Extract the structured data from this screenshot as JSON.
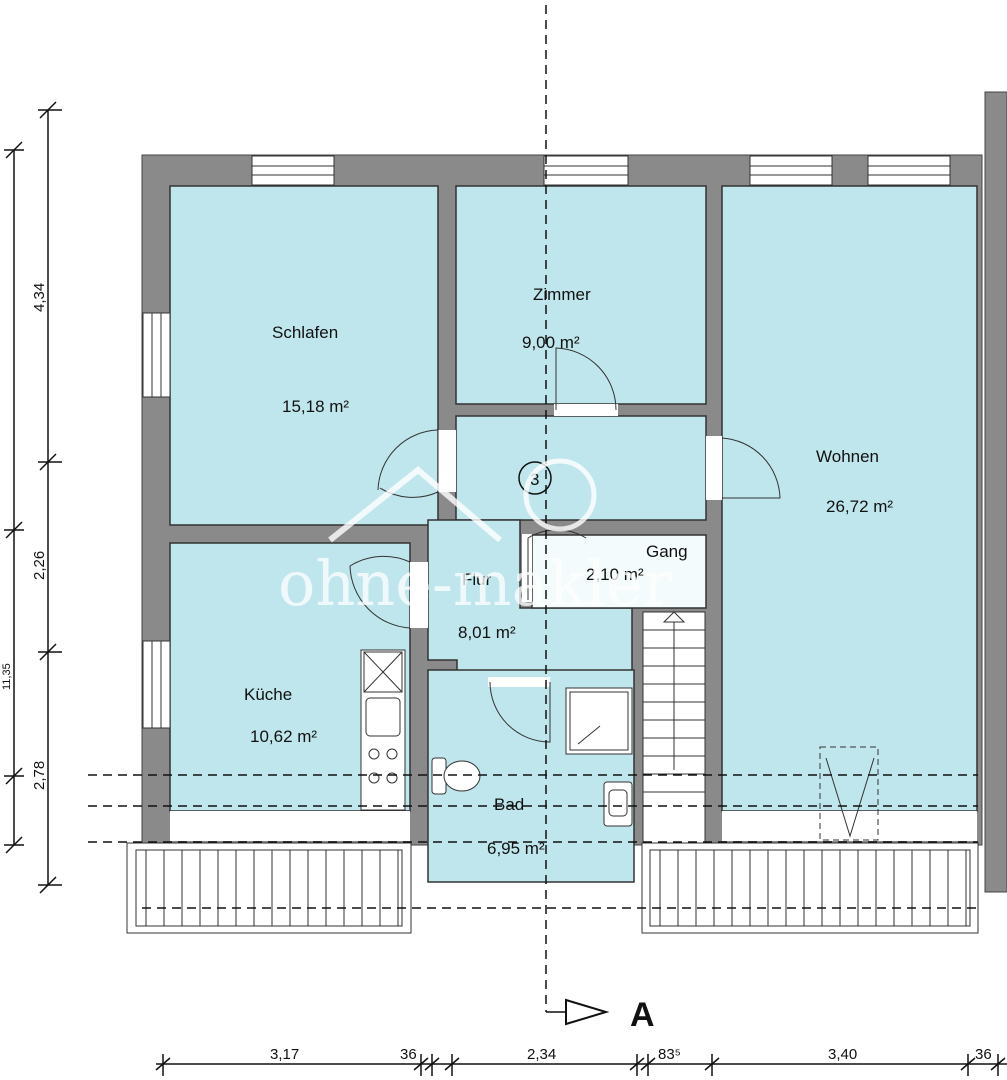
{
  "rooms": {
    "schlafen": {
      "name": "Schlafen",
      "area": "15,18 m²"
    },
    "zimmer": {
      "name": "Zimmer",
      "area": "9,00 m²"
    },
    "wohnen": {
      "name": "Wohnen",
      "area": "26,72 m²"
    },
    "flur": {
      "name": "Flur",
      "area": "8,01 m²"
    },
    "gang": {
      "name": "Gang",
      "area": "2,10 m²"
    },
    "kueche": {
      "name": "Küche",
      "area": "10,62 m²"
    },
    "bad": {
      "name": "Bad",
      "area": "6,95 m²"
    }
  },
  "marker": {
    "circle_label": "3",
    "section_label": "A"
  },
  "watermark": "ohne-makler",
  "dimensions": {
    "left": [
      "4,34",
      "2,26",
      "2,78",
      "11,35"
    ],
    "bottom": [
      "3,17",
      "36",
      "2,34",
      "83⁵",
      "3,40",
      "36"
    ]
  },
  "colors": {
    "room_fill": "#bfe6ec",
    "wall": "#8a8a8a"
  }
}
